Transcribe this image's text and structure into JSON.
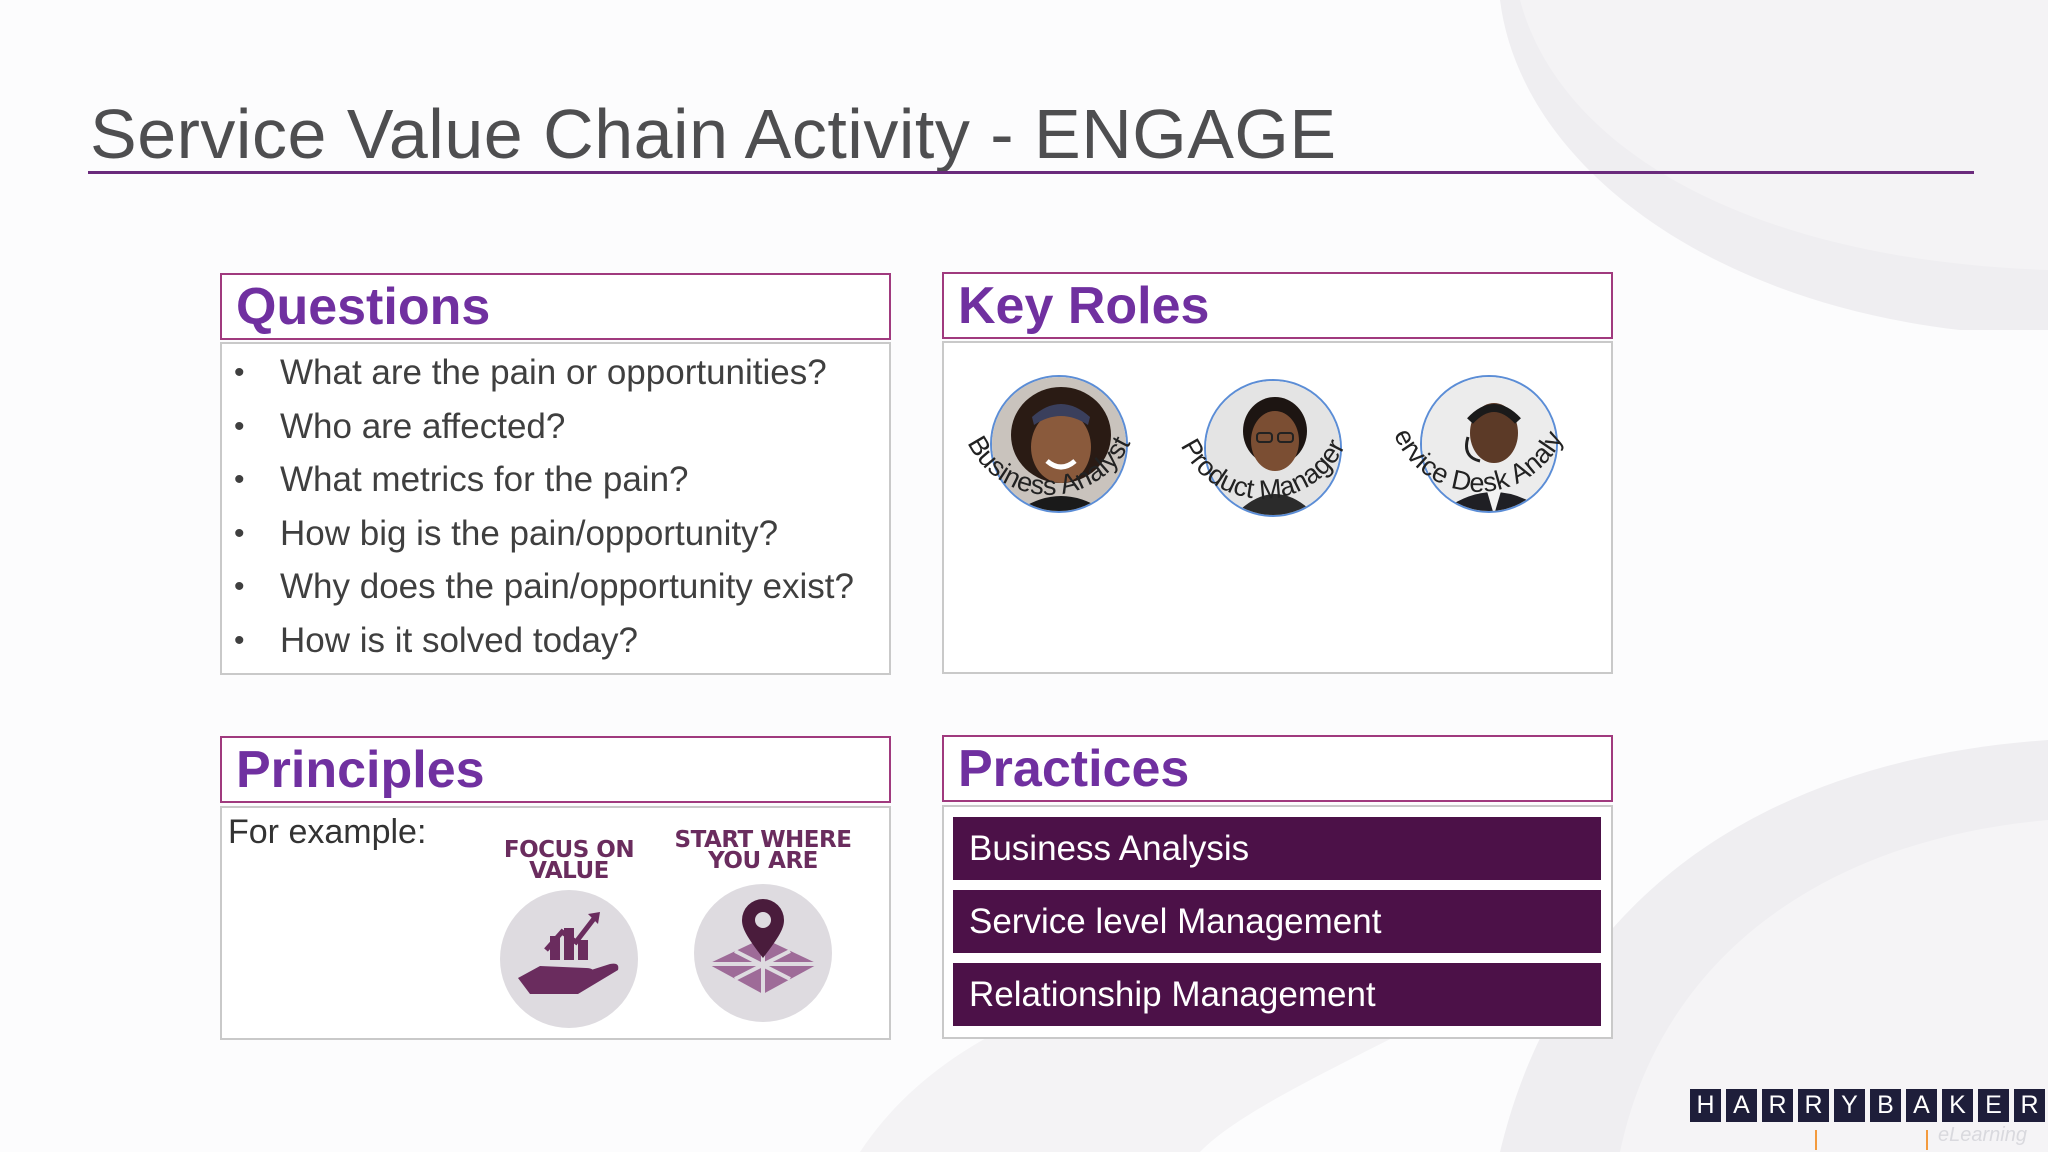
{
  "slide": {
    "title": "Service Value Chain Activity - ENGAGE"
  },
  "questions": {
    "heading": "Questions",
    "items": [
      "What are the pain or opportunities?",
      "Who are affected?",
      "What metrics for the pain?",
      "How big is the pain/opportunity?",
      "Why does the pain/opportunity exist?",
      "How is it solved today?"
    ]
  },
  "key_roles": {
    "heading": "Key Roles",
    "roles": [
      "Business Analyst",
      "Product Manager",
      "Service Desk Analyst"
    ]
  },
  "principles": {
    "heading": "Principles",
    "intro": "For example:",
    "items": [
      {
        "label": "FOCUS ON VALUE",
        "icon": "hand-growth-chart-icon"
      },
      {
        "label": "START WHERE YOU ARE",
        "icon": "map-location-pin-icon"
      }
    ]
  },
  "practices": {
    "heading": "Practices",
    "items": [
      "Business Analysis",
      "Service level Management",
      "Relationship Management"
    ]
  },
  "branding": {
    "logo_letters": [
      "H",
      "A",
      "R",
      "R",
      "Y",
      "B",
      "A",
      "K",
      "E",
      "R"
    ],
    "logo_subtitle": "eLearning"
  },
  "colors": {
    "heading": "#7030a0",
    "practice_bar": "#4c1148",
    "title_rule": "#6a2a7c",
    "heading_border": "#a03a7e"
  }
}
